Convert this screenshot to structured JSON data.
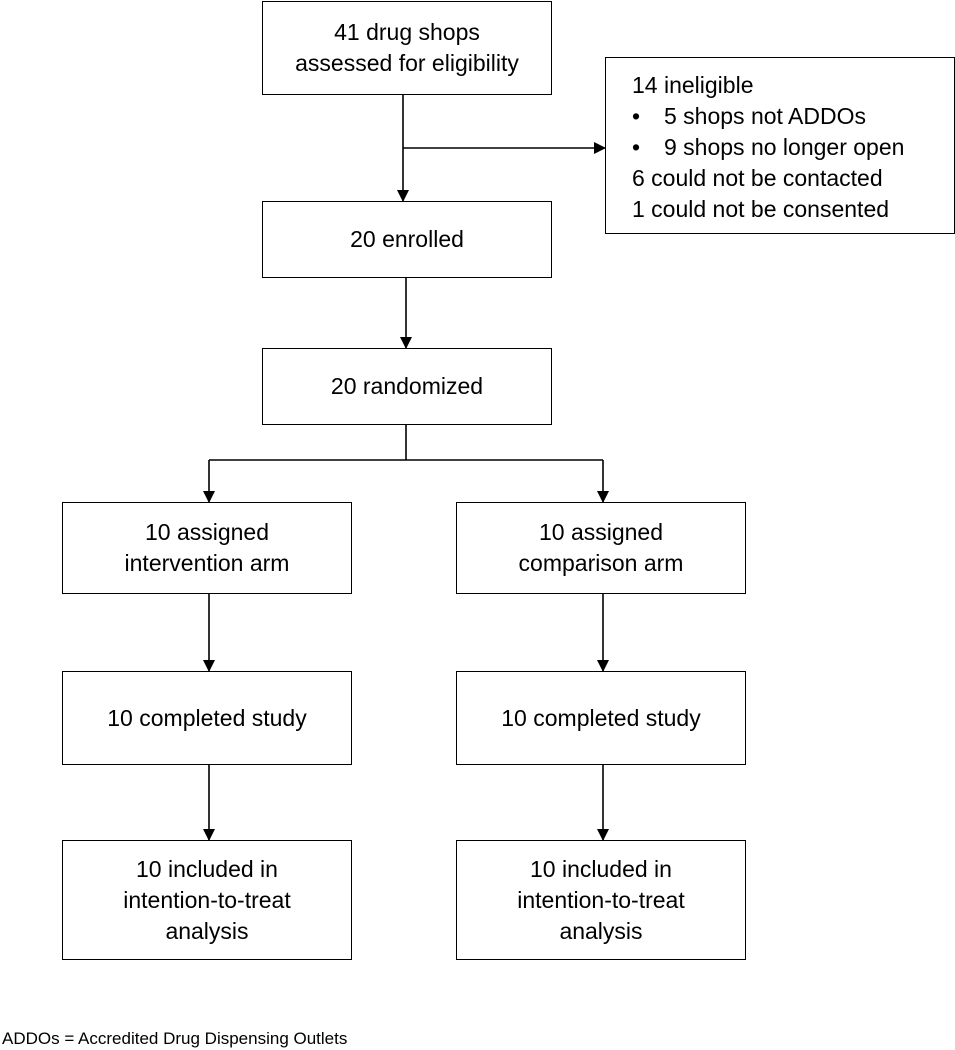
{
  "boxes": {
    "assessed": {
      "lines": [
        "41 drug shops",
        "assessed for eligibility"
      ]
    },
    "enrolled": {
      "lines": [
        "20 enrolled"
      ]
    },
    "randomized": {
      "lines": [
        "20 randomized"
      ]
    },
    "intervention_assigned": {
      "lines": [
        "10 assigned",
        "intervention arm"
      ]
    },
    "comparison_assigned": {
      "lines": [
        "10 assigned",
        "comparison arm"
      ]
    },
    "intervention_completed": {
      "lines": [
        "10 completed study"
      ]
    },
    "comparison_completed": {
      "lines": [
        "10 completed study"
      ]
    },
    "intervention_itt": {
      "lines": [
        "10 included in",
        "intention-to-treat",
        "analysis"
      ]
    },
    "comparison_itt": {
      "lines": [
        "10 included in",
        "intention-to-treat",
        "analysis"
      ]
    }
  },
  "exclusions": {
    "heading": "14 ineligible",
    "bullet_symbol": "•",
    "bullets": [
      "5 shops not ADDOs",
      "9 shops no longer open"
    ],
    "other": [
      "6 could not be contacted",
      "1 could not be consented"
    ]
  },
  "footnote": "ADDOs = Accredited Drug Dispensing Outlets"
}
